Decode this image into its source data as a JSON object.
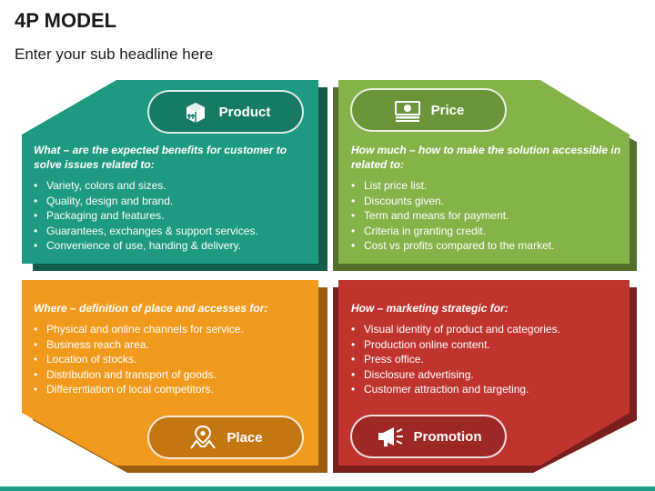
{
  "page": {
    "title": "4P MODEL",
    "subtitle": "Enter your sub headline here"
  },
  "quadrants": {
    "product": {
      "label": "Product",
      "icon": "box-icon",
      "color": "#1d9a7f",
      "heading": "What – are the expected benefits for customer to solve issues related to:",
      "items": [
        "Variety, colors and sizes.",
        "Quality, design and brand.",
        "Packaging and features.",
        "Guarantees, exchanges & support services.",
        "Convenience of use, handing & delivery."
      ]
    },
    "price": {
      "label": "Price",
      "icon": "money-icon",
      "color": "#86b24a",
      "heading": "How much – how to make the solution accessible in related to:",
      "items": [
        "List price list.",
        "Discounts given.",
        "Term and means for payment.",
        "Criteria in granting credit.",
        "Cost vs profits compared to the market."
      ]
    },
    "place": {
      "label": "Place",
      "icon": "map-pin-icon",
      "color": "#f19a1d",
      "heading": "Where – definition of place and accesses for:",
      "items": [
        "Physical and online channels for service.",
        "Business reach area.",
        "Location of stocks.",
        "Distribution and transport of goods.",
        "Differentiation of local competitors."
      ]
    },
    "promotion": {
      "label": "Promotion",
      "icon": "megaphone-icon",
      "color": "#c0342e",
      "heading": "How – marketing strategic for:",
      "items": [
        "Visual identity of product and categories.",
        "Production online content.",
        "Press office.",
        "Disclosure advertising.",
        "Customer attraction and targeting."
      ]
    }
  }
}
